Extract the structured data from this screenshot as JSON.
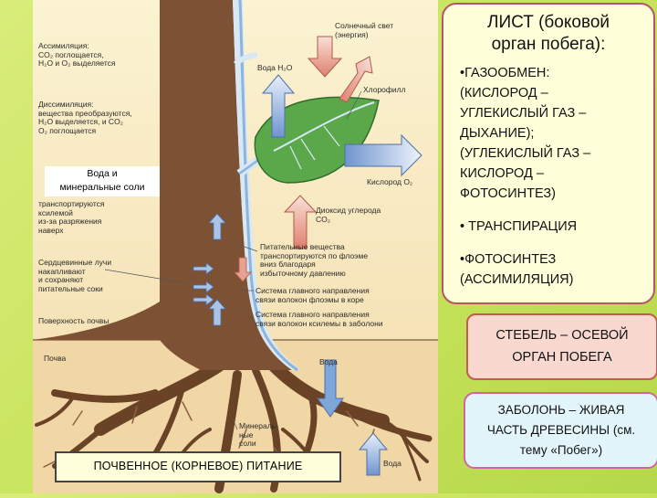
{
  "diagram": {
    "labels": {
      "assimilation": [
        "Ассимиляция:",
        "CO₂ поглощается,",
        "H₂O и O₂ выделяется"
      ],
      "dissimilation": [
        "Диссимиляция:",
        "вещества преобразуются,",
        "H₂O выделяется, и CO₂",
        "O₂ поглощается"
      ],
      "water_minerals": [
        "Вода и",
        "минеральные соли"
      ],
      "transport_xylem": [
        "транспортируются",
        "ксилемой",
        "из-за разряжения",
        "наверх"
      ],
      "heartwood_rays": [
        "Сердцевинные лучи",
        "накапливают",
        "и сохраняют",
        "питательные соки"
      ],
      "soil_surface": "Поверхность почвы",
      "soil": "Почва",
      "sunlight": [
        "Солнечный свет",
        "(энергия)"
      ],
      "water_h2o": "Вода H₂O",
      "chlorophyll": "Хлорофилл",
      "oxygen": "Кислород O₂",
      "co2": [
        "Диоксид углерода",
        "CO₂"
      ],
      "nutrients": [
        "Питательные вещества",
        "транспортируются по флоэме",
        "вниз благодаря",
        "избыточному давлению"
      ],
      "phloem": [
        "Система главного направления",
        "связи волокон флоэмы в коре"
      ],
      "xylem": [
        "Система главного направления",
        "связи волокон ксилемы в заболони"
      ],
      "water_up": "Вода",
      "mineral": [
        "Минераль-",
        "ные",
        "соли"
      ],
      "water_bottom": "Вода"
    },
    "soil_box": "ПОЧВЕННОЕ  (КОРНЕВОЕ) ПИТАНИЕ"
  },
  "leaf_box": {
    "title": [
      "ЛИСТ (боковой",
      "орган побега):"
    ],
    "items": [
      "•ГАЗООБМЕН:",
      "(КИСЛОРОД –",
      "УГЛЕКИСЛЫЙ ГАЗ –",
      "ДЫХАНИЕ);",
      "(УГЛЕКИСЛЫЙ ГАЗ –",
      "КИСЛОРОД –",
      "ФОТОСИНТЕЗ)",
      "",
      "• ТРАНСПИРАЦИЯ",
      "",
      "•ФОТОСИНТЕЗ",
      "(АССИМИЛЯЦИЯ)"
    ]
  },
  "stem_box": [
    "СТЕБЕЛЬ – ОСЕВОЙ",
    "ОРГАН ПОБЕГА"
  ],
  "sap_box": [
    "ЗАБОЛОНЬ – ЖИВАЯ",
    "ЧАСТЬ ДРЕВЕСИНЫ (см.",
    "тему «Побег»)"
  ],
  "colors": {
    "background": "#c6e35a",
    "soil": "#f2d8a8",
    "trunk": "#7a5030",
    "leaf": "#5aa84a",
    "arrow_blue": "#7fa6d8",
    "arrow_red": "#e08878"
  }
}
